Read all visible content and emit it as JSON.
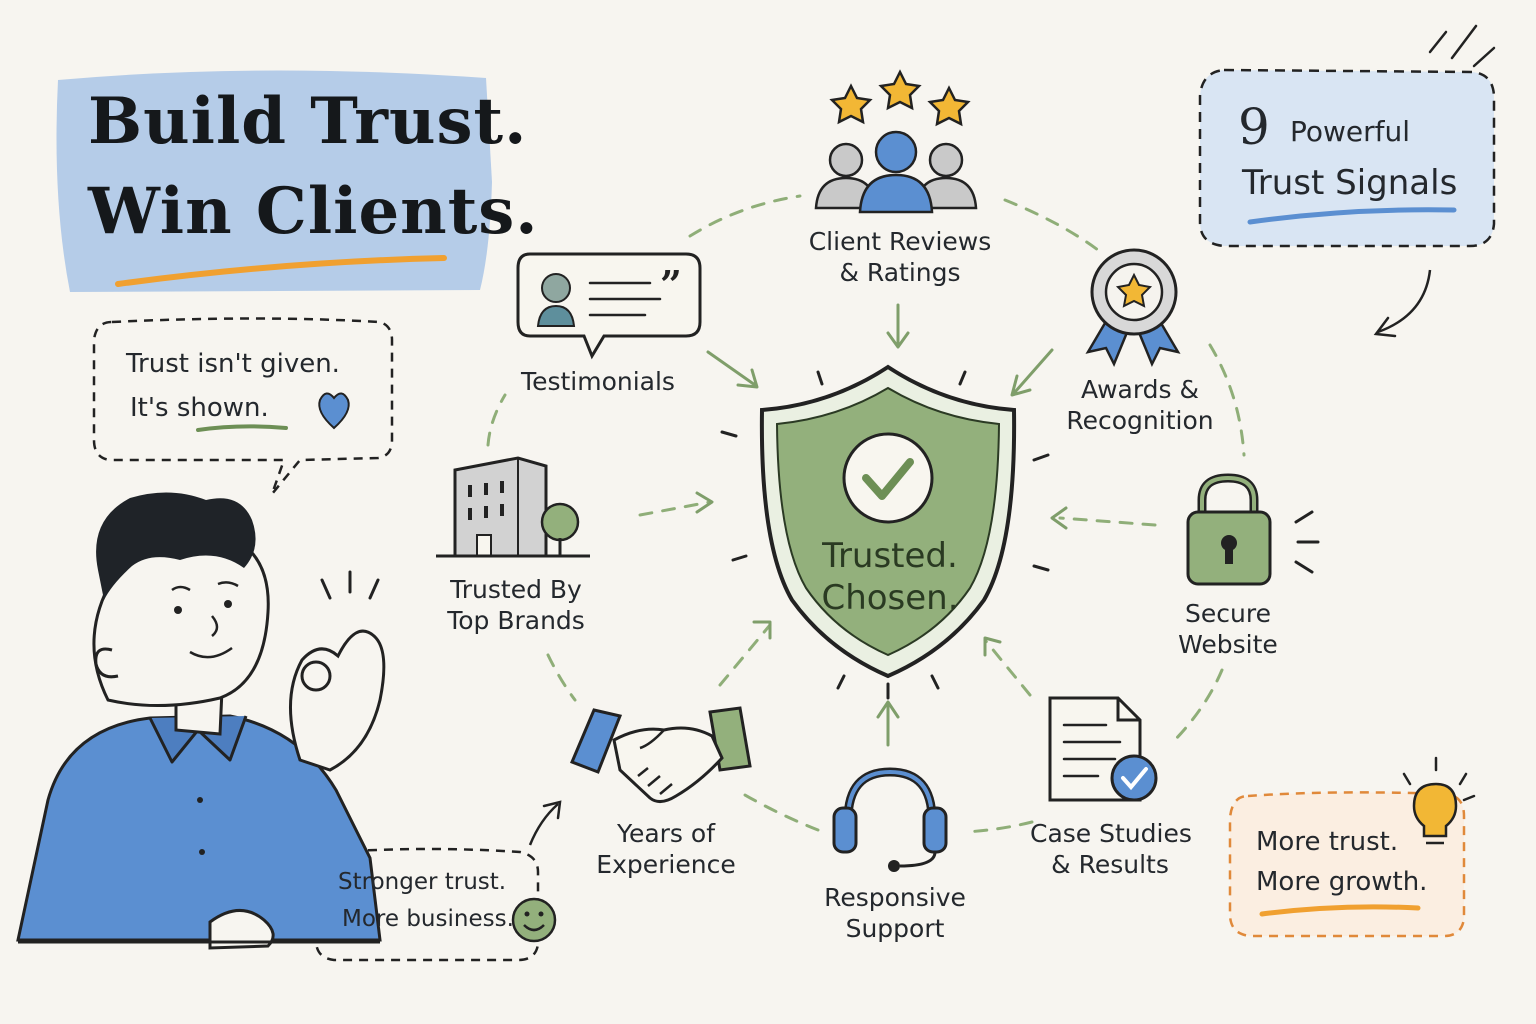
{
  "title": {
    "line1": "Build Trust.",
    "line2": "Win Clients."
  },
  "badge": {
    "number": "9",
    "line1": "Powerful",
    "line2": "Trust Signals"
  },
  "quote_top": {
    "line1": "Trust isn't given.",
    "line2_prefix": "It's",
    "line2_emph": "shown."
  },
  "quote_bottom": {
    "line1": "Stronger trust.",
    "line2": "More business."
  },
  "growth_note": {
    "line1": "More trust.",
    "line2": "More growth."
  },
  "center": {
    "line1": "Trusted.",
    "line2": "Chosen."
  },
  "signals": [
    {
      "line1": "Client Reviews",
      "line2": "& Ratings",
      "icon": "reviews-people-stars-icon"
    },
    {
      "line1": "Awards &",
      "line2": "Recognition",
      "icon": "award-ribbon-icon"
    },
    {
      "line1": "Secure",
      "line2": "Website",
      "icon": "padlock-icon"
    },
    {
      "line1": "Case Studies",
      "line2": "& Results",
      "icon": "document-check-icon"
    },
    {
      "line1": "Responsive",
      "line2": "Support",
      "icon": "headset-icon"
    },
    {
      "line1": "Years of",
      "line2": "Experience",
      "icon": "handshake-icon"
    },
    {
      "line1": "Trusted By",
      "line2": "Top Brands",
      "icon": "building-icon"
    },
    {
      "line1": "Testimonials",
      "line2": "",
      "icon": "speech-bubble-quote-icon"
    }
  ],
  "colors": {
    "blue": "#5b8fd1",
    "green": "#8fae78",
    "orange": "#f0a030",
    "ink": "#1f2328",
    "background": "#f7f5f0"
  }
}
